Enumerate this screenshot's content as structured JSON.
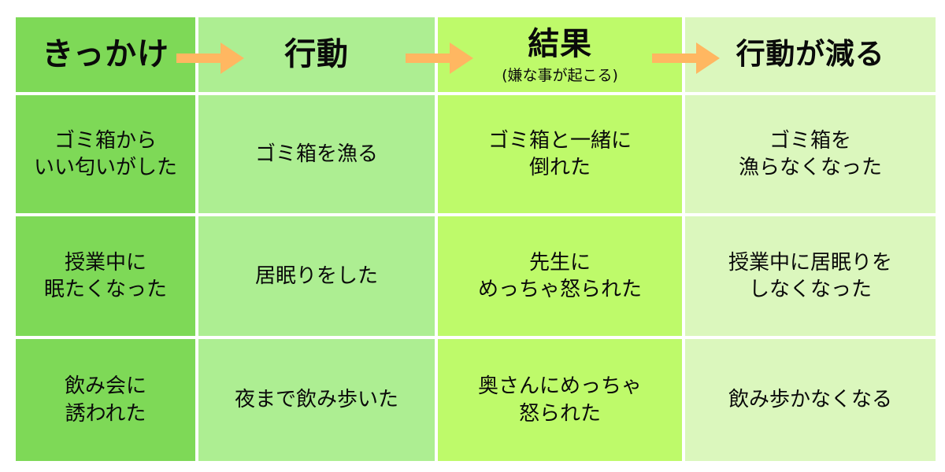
{
  "palette": {
    "col1_bg": "#7ED957",
    "col2_bg": "#ADEE92",
    "col3_bg": "#BEFA6A",
    "col4_bg": "#DBF7BD",
    "arrow": "#FFB761",
    "text": "#0A0A0A",
    "page_bg": "#FFFFFF"
  },
  "table": {
    "headers": [
      {
        "main": "きっかけ",
        "sub": ""
      },
      {
        "main": "行動",
        "sub": ""
      },
      {
        "main": "結果",
        "sub": "(嫌な事が起こる)"
      },
      {
        "main": "行動が減る",
        "sub": ""
      }
    ],
    "rows": [
      {
        "trigger": [
          "ゴミ箱から",
          "いい匂いがした"
        ],
        "behavior": [
          "ゴミ箱を漁る"
        ],
        "consequence": [
          "ゴミ箱と一緒に",
          "倒れた"
        ],
        "outcome": [
          "ゴミ箱を",
          "漁らなくなった"
        ]
      },
      {
        "trigger": [
          "授業中に",
          "眠たくなった"
        ],
        "behavior": [
          "居眠りをした"
        ],
        "consequence": [
          "先生に",
          "めっちゃ怒られた"
        ],
        "outcome": [
          "授業中に居眠りを",
          "しなくなった"
        ]
      },
      {
        "trigger": [
          "飲み会に",
          "誘われた"
        ],
        "behavior": [
          "夜まで飲み歩いた"
        ],
        "consequence": [
          "奥さんにめっちゃ",
          "怒られた"
        ],
        "outcome": [
          "飲み歩かなくなる"
        ]
      }
    ]
  },
  "arrows": [
    {
      "name": "arrow-trigger-to-behavior"
    },
    {
      "name": "arrow-behavior-to-consequence"
    },
    {
      "name": "arrow-consequence-to-outcome"
    }
  ]
}
